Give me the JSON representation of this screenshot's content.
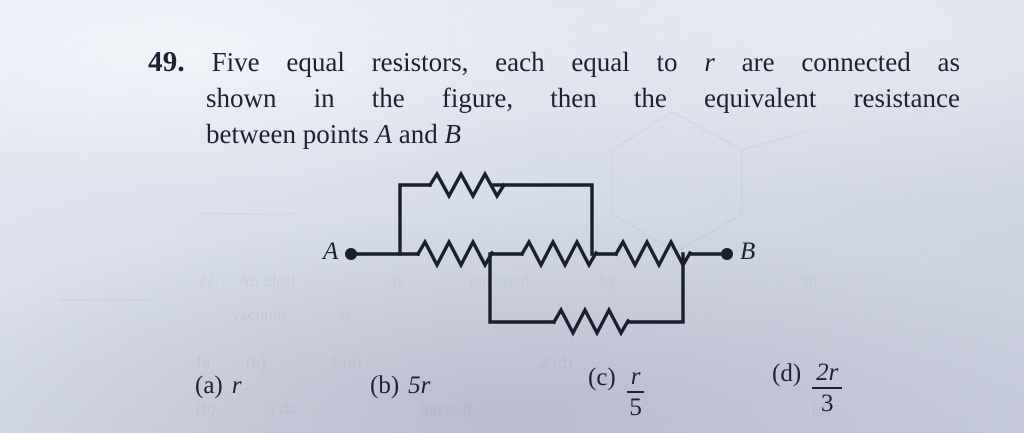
{
  "page": {
    "background_color": "#dde2ee",
    "ink_color": "#1d2233"
  },
  "question": {
    "number": "49.",
    "line1": "Five equal resistors, each equal to",
    "line1_var": "r",
    "line1_tail": "are connected as",
    "line2": "shown in the figure, then the equivalent resistance",
    "line3_pre": "between points",
    "line3_var1": "A",
    "line3_mid": "and",
    "line3_var2": "B",
    "full_text": "49. Five equal resistors, each equal to r are connected as shown in the figure, then the equivalent resistance between points A and B"
  },
  "figure": {
    "type": "circuit-diagram",
    "terminal_a_label": "A",
    "terminal_b_label": "B",
    "resistor_count": 5,
    "resistor_value": "r",
    "description": "Five equal resistors r: one in a top loop bridging node A-side to the right inner node, three in series along the middle horizontal line, and one in a bottom loop bridging the middle node to the B-side node."
  },
  "options": [
    {
      "tag": "(a)",
      "value": "r",
      "kind": "plain"
    },
    {
      "tag": "(b)",
      "value": "5r",
      "kind": "plain"
    },
    {
      "tag": "(c)",
      "numerator": "r",
      "denominator": "5",
      "kind": "fraction"
    },
    {
      "tag": "(d)",
      "numerator": "2r",
      "denominator": "3",
      "kind": "fraction"
    }
  ]
}
